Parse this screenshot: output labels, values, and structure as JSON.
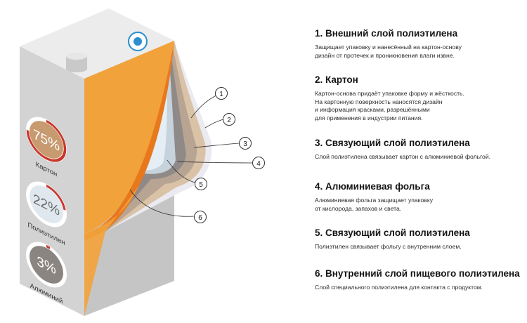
{
  "percentages": [
    {
      "value": "75%",
      "label": "Картон",
      "fraction": 0.75,
      "color": "#c8382c",
      "fill": "#c79a6f"
    },
    {
      "value": "22%",
      "label": "Полиэтилен",
      "fraction": 0.22,
      "color": "#c8382c",
      "fill": "#dfe8ee"
    },
    {
      "value": "3%",
      "label": "Алюминий",
      "fraction": 0.03,
      "color": "#c8382c",
      "fill": "#8a8580"
    }
  ],
  "callouts": [
    "1",
    "2",
    "3",
    "4",
    "5",
    "6"
  ],
  "layers": [
    {
      "title": "1. Внешний слой полиэтилена",
      "lines": [
        "Защищает упаковку и нанесённый на картон-основу",
        "дизайн от протечек и проникновения влаги извне."
      ]
    },
    {
      "title": "2. Картон",
      "lines": [
        "Картон-основа придаёт упаковке форму и жёсткость.",
        "На картонную поверхность наносятся дизайн",
        "и информация красками, разрешёнными",
        "для применения в индустрии питания."
      ]
    },
    {
      "title": "3. Связующий слой полиэтилена",
      "lines": [
        "Слой полиэтилена связывает картон с алюминиевой фольгой."
      ]
    },
    {
      "title": "4. Алюминиевая фольга",
      "lines": [
        "Алюминиевая фольга защищает упаковку",
        "от кислорода, запахов и света."
      ]
    },
    {
      "title": "5. Связующий слой полиэтилена",
      "lines": [
        "Полиэтилен связывает фольгу с внутренним слоем."
      ]
    },
    {
      "title": "6. Внутренний слой пищевого полиэтилена",
      "lines": [
        "Слой специального полиэтилена для контакта с продуктом."
      ]
    }
  ],
  "colors": {
    "orange": "#f2a23a",
    "dark_orange": "#e8781e",
    "accent_red": "#c8382c",
    "gray": "#d6d6d6"
  }
}
